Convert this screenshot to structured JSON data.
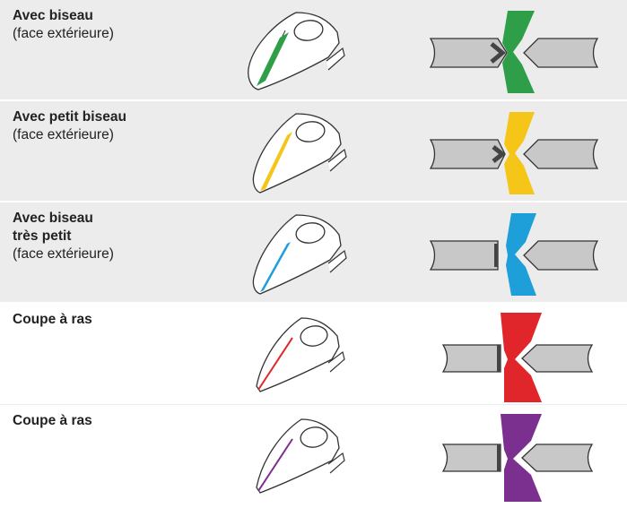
{
  "rows": [
    {
      "title": "Avec biseau",
      "subtitle": "(face extérieure)",
      "color": "#2e9e48",
      "shaded": true,
      "pointer": true
    },
    {
      "title": "Avec petit biseau",
      "subtitle": "(face extérieure)",
      "color": "#f5c518",
      "shaded": true,
      "pointer": true
    },
    {
      "title": "Avec biseau très petit",
      "title_lines": [
        "Avec biseau",
        "très petit"
      ],
      "subtitle": "(face extérieure)",
      "color": "#1f9fda",
      "shaded": true,
      "pointer": true
    },
    {
      "title": "Coupe à ras",
      "subtitle": "",
      "color": "#e0262a",
      "shaded": false,
      "pointer": false
    },
    {
      "title": "Coupe à ras",
      "subtitle": "",
      "color": "#7b2f8e",
      "shaded": false,
      "pointer": false
    }
  ]
}
